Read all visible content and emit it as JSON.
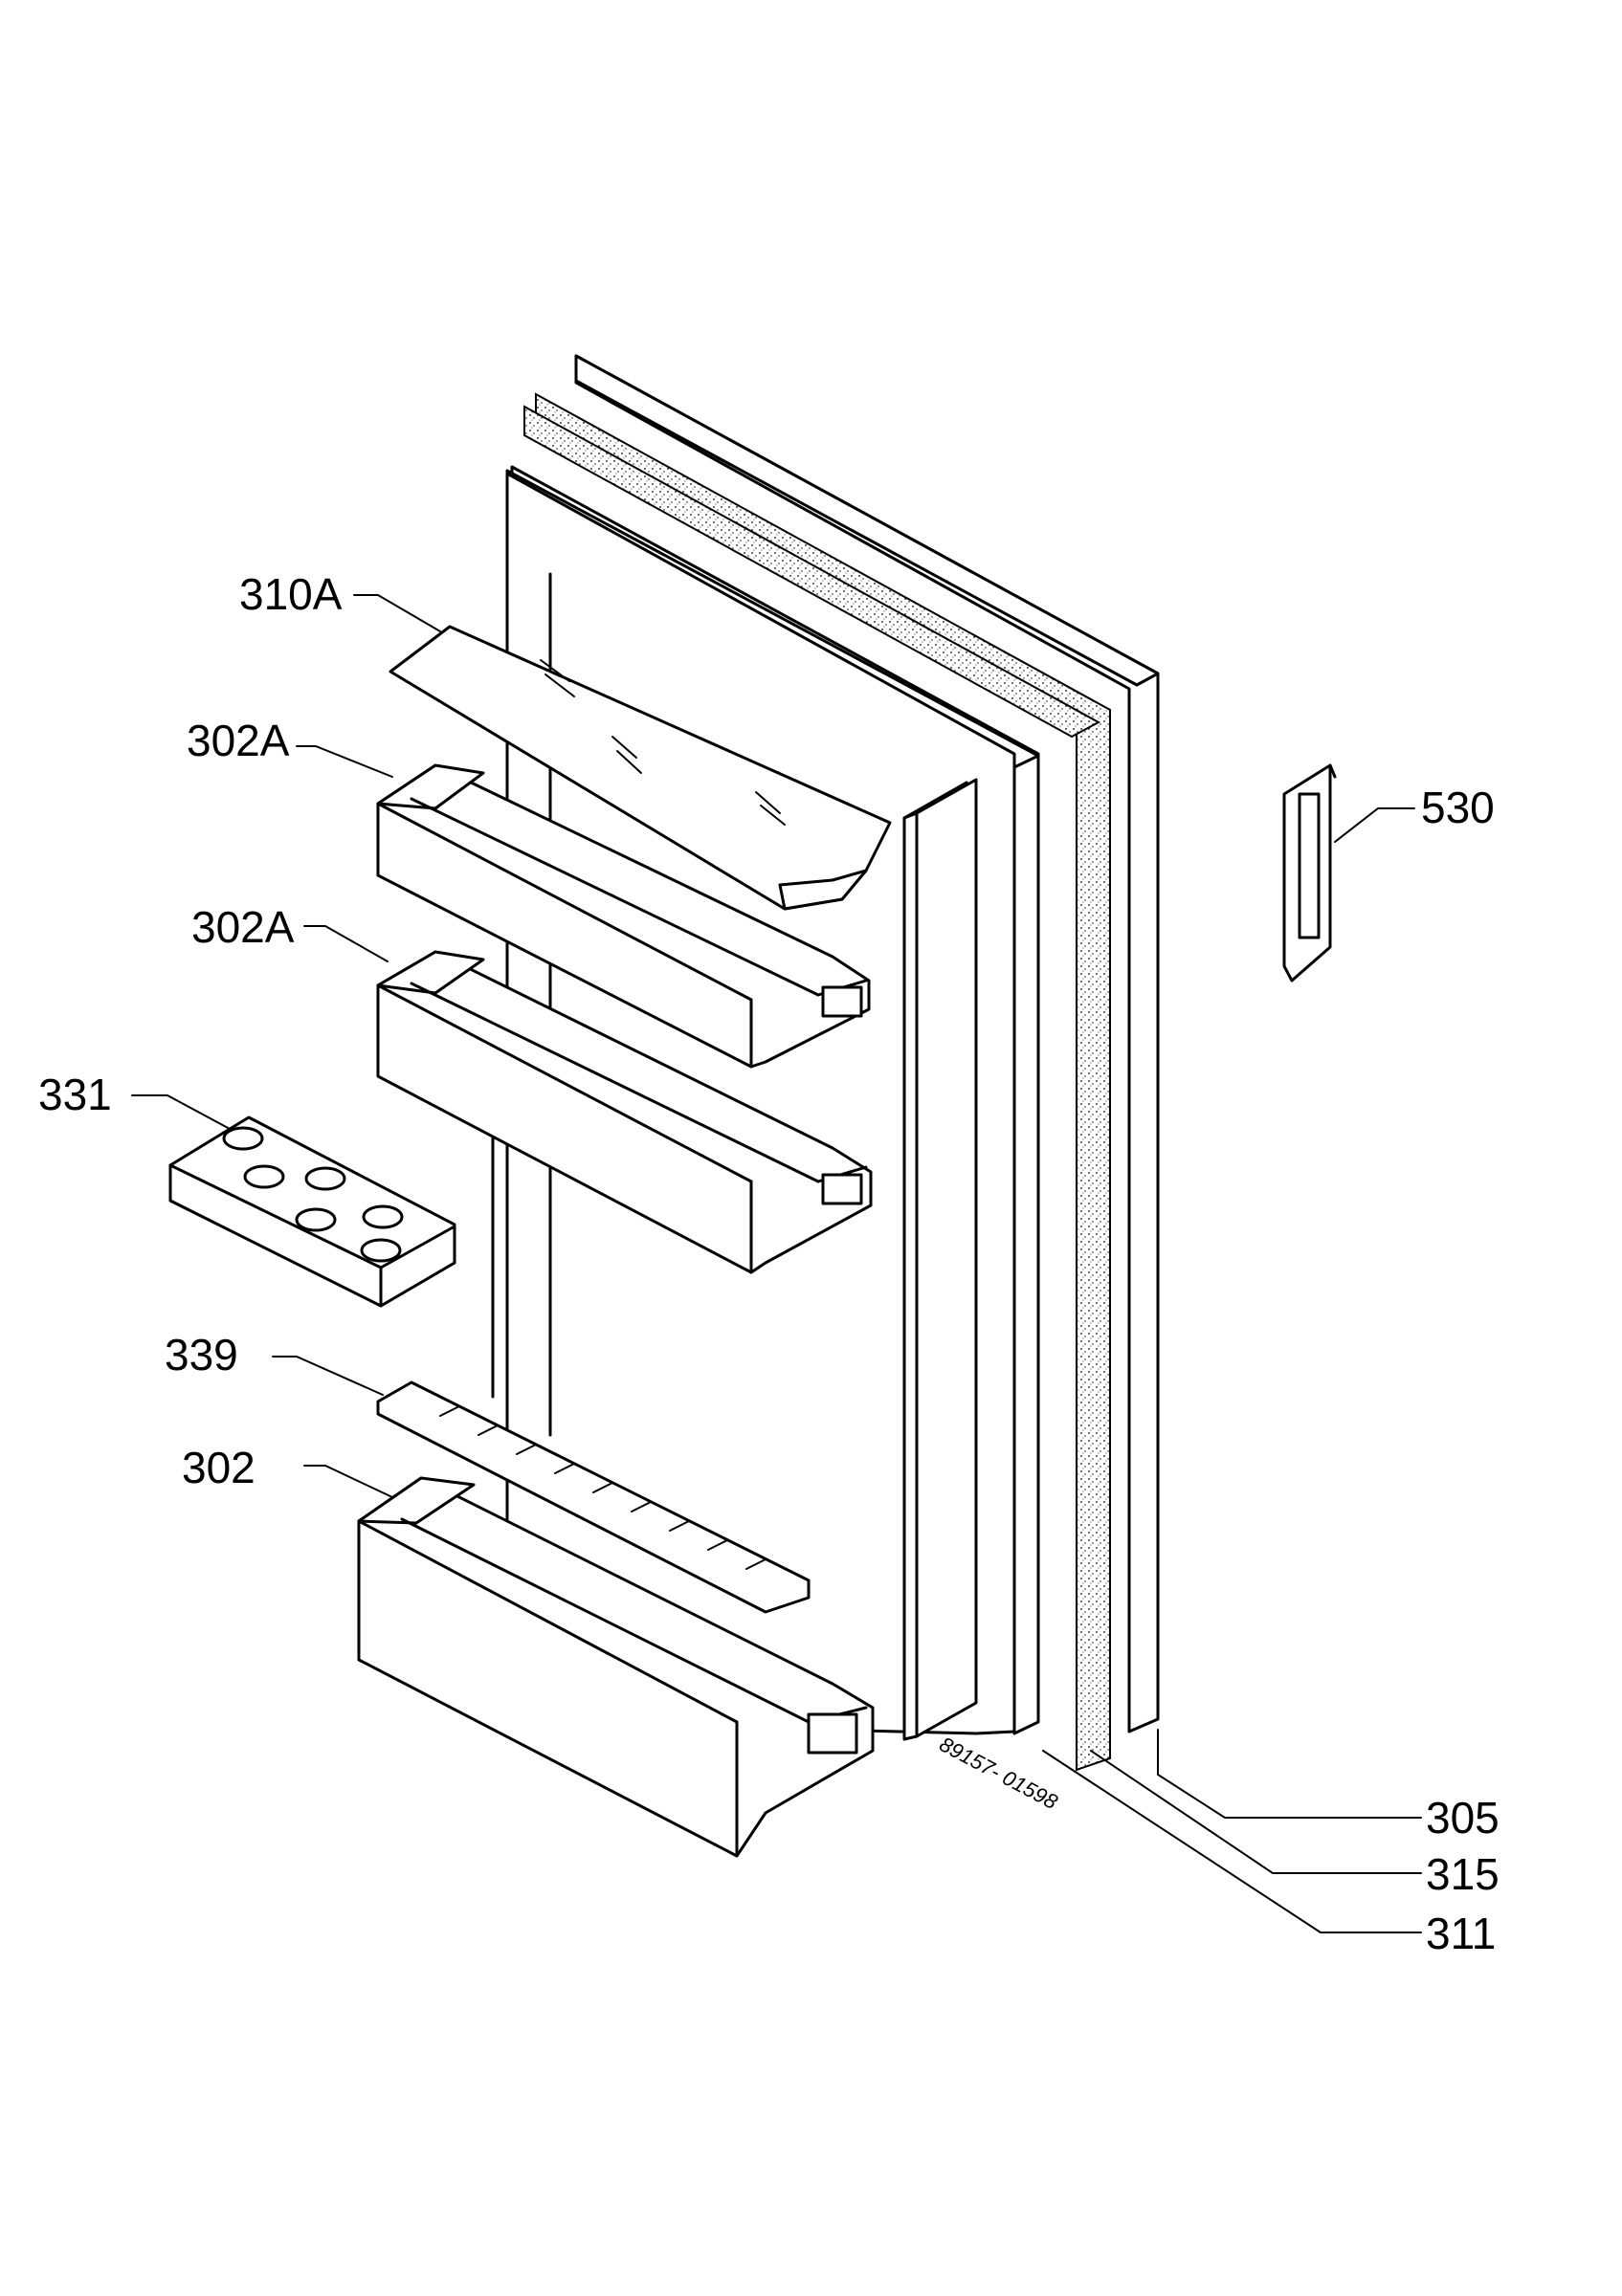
{
  "parts": [
    {
      "id": "part-310A",
      "label": "310A"
    },
    {
      "id": "part-302A-upper",
      "label": "302A"
    },
    {
      "id": "part-302A-lower",
      "label": "302A"
    },
    {
      "id": "part-331",
      "label": "331"
    },
    {
      "id": "part-339",
      "label": "339"
    },
    {
      "id": "part-302",
      "label": "302"
    },
    {
      "id": "part-530",
      "label": "530"
    },
    {
      "id": "part-305",
      "label": "305"
    },
    {
      "id": "part-315",
      "label": "315"
    },
    {
      "id": "part-311",
      "label": "311"
    }
  ],
  "drawing_code": "89157- 01598"
}
